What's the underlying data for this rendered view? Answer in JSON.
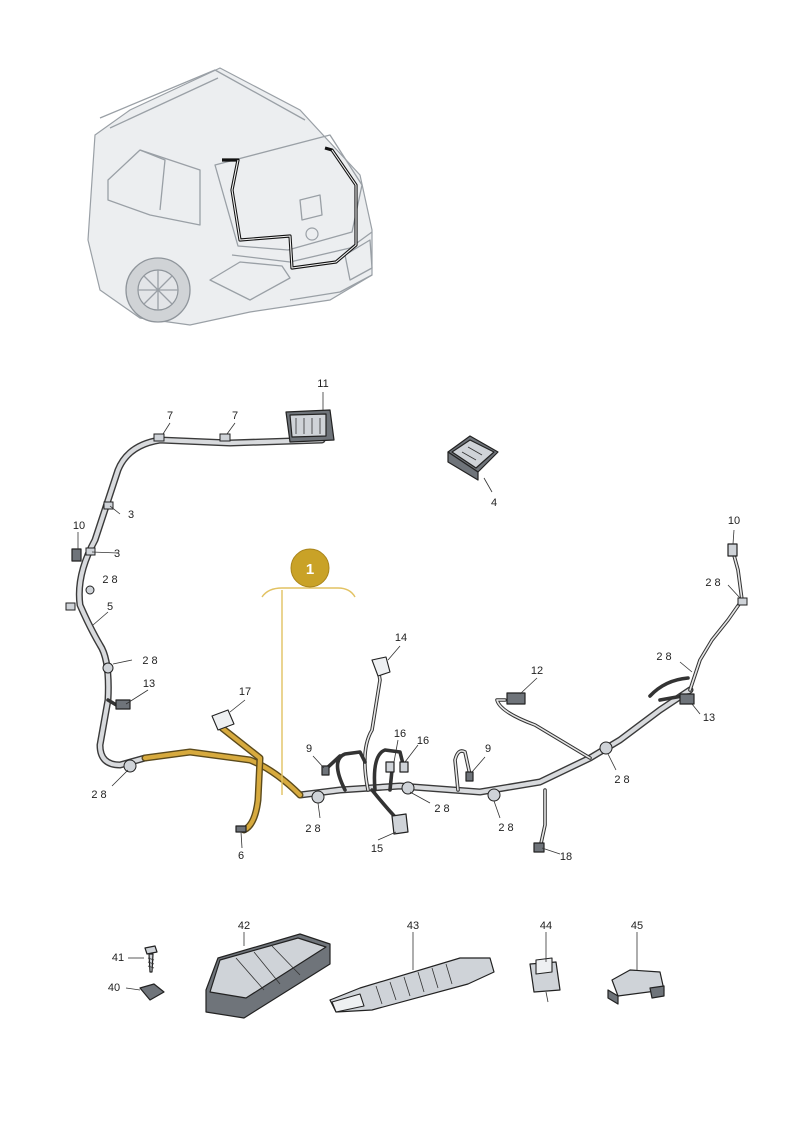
{
  "labels": {
    "l1": "1",
    "l2_top1": "2 8",
    "l2_top2": "2 8",
    "l2_bl": "2 8",
    "l2_mid1": "2 8",
    "l2_mid2": "2 8",
    "l2_mid3": "2 8",
    "l2_right1": "2 8",
    "l2_right2": "2 8",
    "l2_right3": "2 8",
    "l3a": "3",
    "l3b": "3",
    "l4": "4",
    "l5": "5",
    "l6": "6",
    "l7a": "7",
    "l7b": "7",
    "l9a": "9",
    "l9b": "9",
    "l10a": "10",
    "l10b": "10",
    "l11": "11",
    "l12": "12",
    "l13a": "13",
    "l13b": "13",
    "l14": "14",
    "l15": "15",
    "l16a": "16",
    "l16b": "16",
    "l17": "17",
    "l18": "18",
    "l40": "40",
    "l41": "41",
    "l42": "42",
    "l43": "43",
    "l44": "44",
    "l45": "45"
  },
  "colors": {
    "highlight_wire": "#d7aa3e",
    "callout_badge": "#c9a227",
    "callout_line": "#e2c262",
    "wire_sheath": "#d8dadd",
    "outline": "#222222"
  }
}
